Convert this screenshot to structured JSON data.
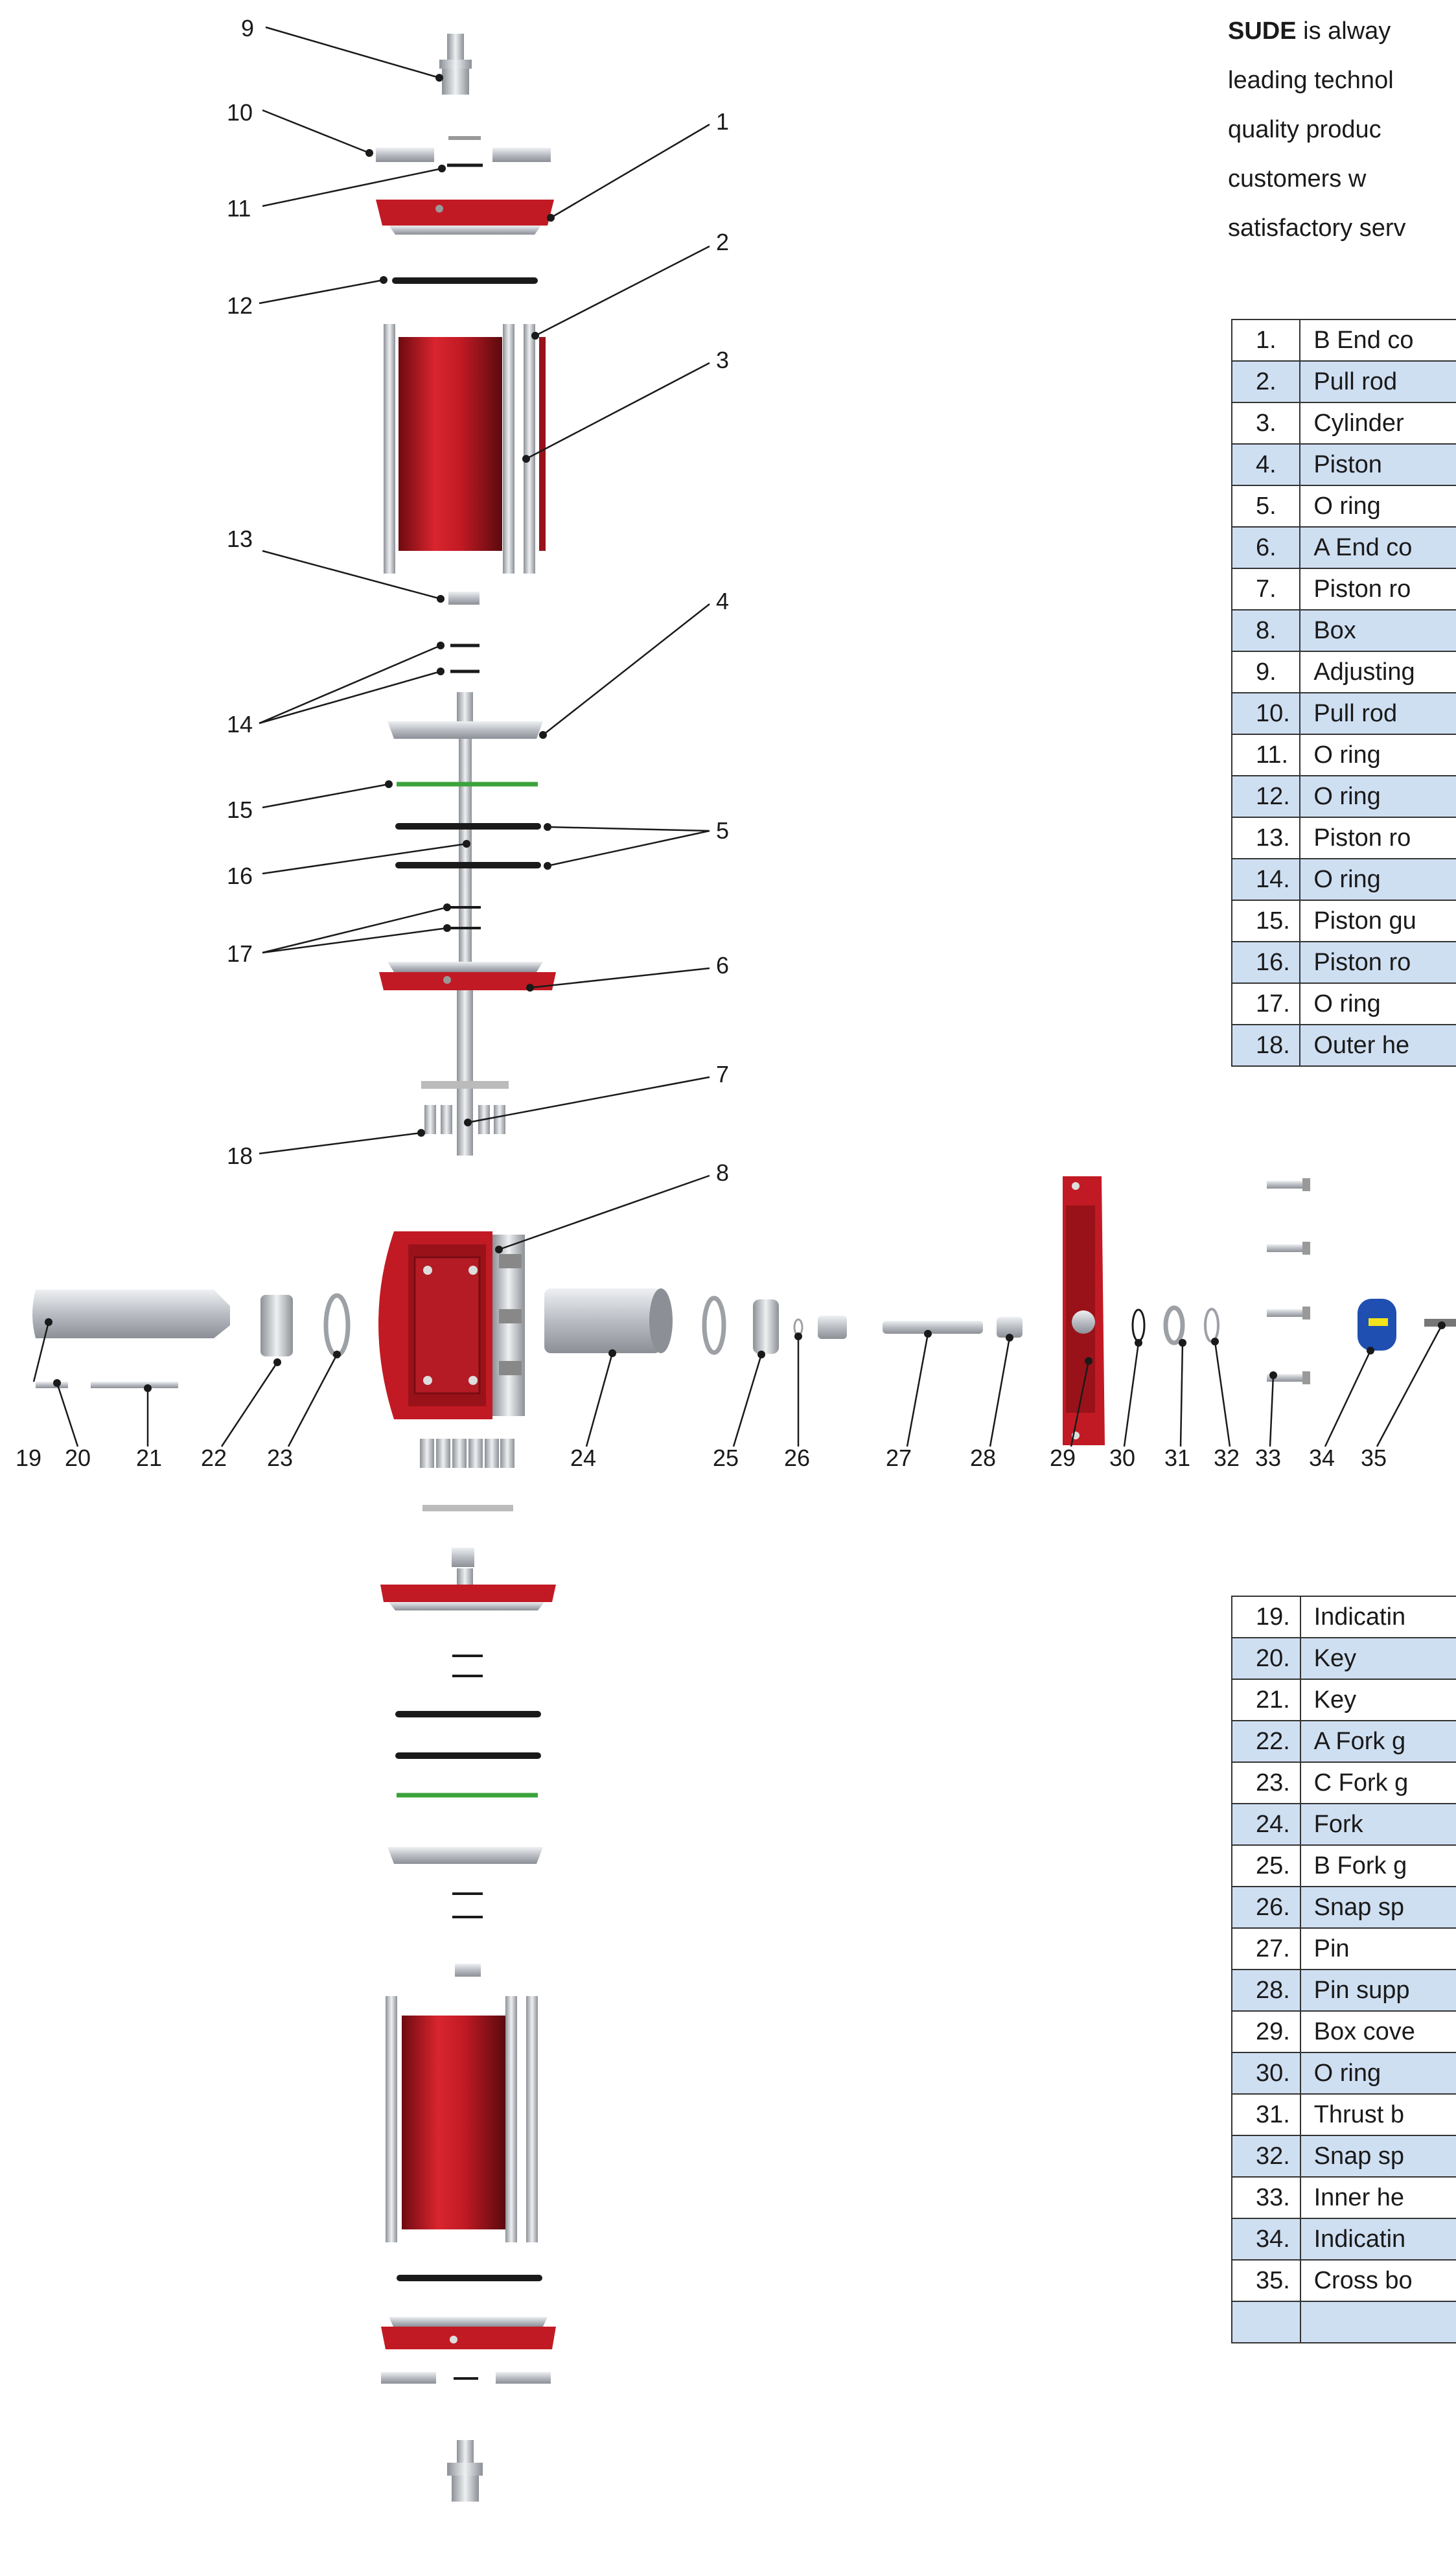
{
  "intro": {
    "brand": "SUDE",
    "line1": " is alway",
    "line2": "leading technol",
    "line3": "quality produc",
    "line4": "customers w",
    "line5": "satisfactory serv"
  },
  "parts_table_1": [
    {
      "num": "1.",
      "name": "B End co"
    },
    {
      "num": "2.",
      "name": "Pull rod"
    },
    {
      "num": "3.",
      "name": "Cylinder"
    },
    {
      "num": "4.",
      "name": "Piston"
    },
    {
      "num": "5.",
      "name": "O ring"
    },
    {
      "num": "6.",
      "name": "A End co"
    },
    {
      "num": "7.",
      "name": "Piston ro"
    },
    {
      "num": "8.",
      "name": "Box"
    },
    {
      "num": "9.",
      "name": "Adjusting"
    },
    {
      "num": "10.",
      "name": "Pull rod"
    },
    {
      "num": "11.",
      "name": "O ring"
    },
    {
      "num": "12.",
      "name": "O ring"
    },
    {
      "num": "13.",
      "name": "Piston ro"
    },
    {
      "num": "14.",
      "name": "O ring"
    },
    {
      "num": "15.",
      "name": "Piston gu"
    },
    {
      "num": "16.",
      "name": "Piston ro"
    },
    {
      "num": "17.",
      "name": "O ring"
    },
    {
      "num": "18.",
      "name": "Outer he"
    }
  ],
  "parts_table_2": [
    {
      "num": "19.",
      "name": "Indicatin"
    },
    {
      "num": "20.",
      "name": "Key"
    },
    {
      "num": "21.",
      "name": "Key"
    },
    {
      "num": "22.",
      "name": "A Fork g"
    },
    {
      "num": "23.",
      "name": "C Fork g"
    },
    {
      "num": "24.",
      "name": "Fork"
    },
    {
      "num": "25.",
      "name": "B Fork g"
    },
    {
      "num": "26.",
      "name": "Snap sp"
    },
    {
      "num": "27.",
      "name": "Pin"
    },
    {
      "num": "28.",
      "name": "Pin supp"
    },
    {
      "num": "29.",
      "name": "Box cove"
    },
    {
      "num": "30.",
      "name": "O ring"
    },
    {
      "num": "31.",
      "name": "Thrust b"
    },
    {
      "num": "32.",
      "name": "Snap sp"
    },
    {
      "num": "33.",
      "name": "Inner he"
    },
    {
      "num": "34.",
      "name": "Indicatin"
    },
    {
      "num": "35.",
      "name": "Cross bo"
    },
    {
      "num": "",
      "name": ""
    }
  ],
  "callouts": [
    "1",
    "2",
    "3",
    "4",
    "5",
    "6",
    "7",
    "8",
    "9",
    "10",
    "11",
    "12",
    "13",
    "14",
    "15",
    "16",
    "17",
    "18",
    "19",
    "20",
    "21",
    "22",
    "23",
    "24",
    "25",
    "26",
    "27",
    "28",
    "29",
    "30",
    "31",
    "32",
    "33",
    "34",
    "35"
  ],
  "colors": {
    "part_red": "#c21a24",
    "metal": "#c4c7cc",
    "oring": "#1a1a1a",
    "guide_green": "#3aa33a",
    "table_alt_row": "#cfdff2",
    "indicator_blue": "#1f4fb0"
  }
}
